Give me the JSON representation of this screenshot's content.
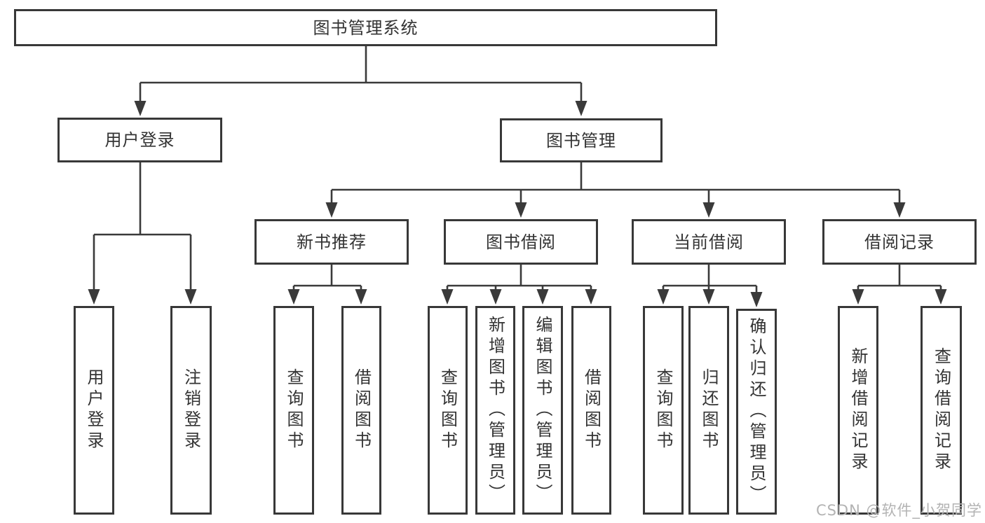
{
  "colors": {
    "line": "#3a3a3a",
    "box_border": "#383838",
    "text": "#333333",
    "watermark_text": "#b3b3b3",
    "background": "#ffffff"
  },
  "watermark": "CSDN @软件_小贺同学",
  "tree": {
    "root": {
      "label": "图书管理系统",
      "children": [
        {
          "label": "用户登录",
          "children": [
            {
              "label": "用户登录"
            },
            {
              "label": "注销登录"
            }
          ]
        },
        {
          "label": "图书管理",
          "children": [
            {
              "label": "新书推荐",
              "children": [
                {
                  "label": "查询图书"
                },
                {
                  "label": "借阅图书"
                }
              ]
            },
            {
              "label": "图书借阅",
              "children": [
                {
                  "label": "查询图书"
                },
                {
                  "label": "新增图书（管理员）"
                },
                {
                  "label": "编辑图书（管理员）"
                },
                {
                  "label": "借阅图书"
                }
              ]
            },
            {
              "label": "当前借阅",
              "children": [
                {
                  "label": "查询图书"
                },
                {
                  "label": "归还图书"
                },
                {
                  "label": "确认归还（管理员）"
                }
              ]
            },
            {
              "label": "借阅记录",
              "children": [
                {
                  "label": "新增借阅记录"
                },
                {
                  "label": "查询借阅记录"
                }
              ]
            }
          ]
        }
      ]
    }
  }
}
